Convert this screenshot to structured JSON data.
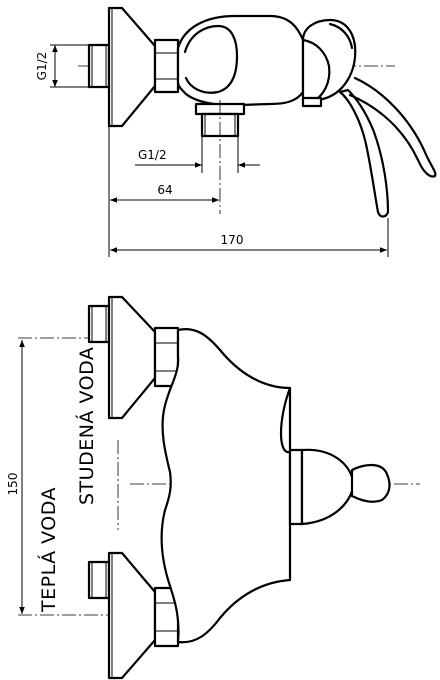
{
  "side_view": {
    "thread_left": "G1/2",
    "thread_bottom": "G1/2",
    "dim_outlet": "64",
    "dim_length": "170"
  },
  "front_view": {
    "dim_spacing": "150",
    "label_cold": "STUDENÁ VODA",
    "label_hot": "TEPLÁ VODA"
  },
  "colors": {
    "line": "#000000",
    "background": "#ffffff"
  }
}
